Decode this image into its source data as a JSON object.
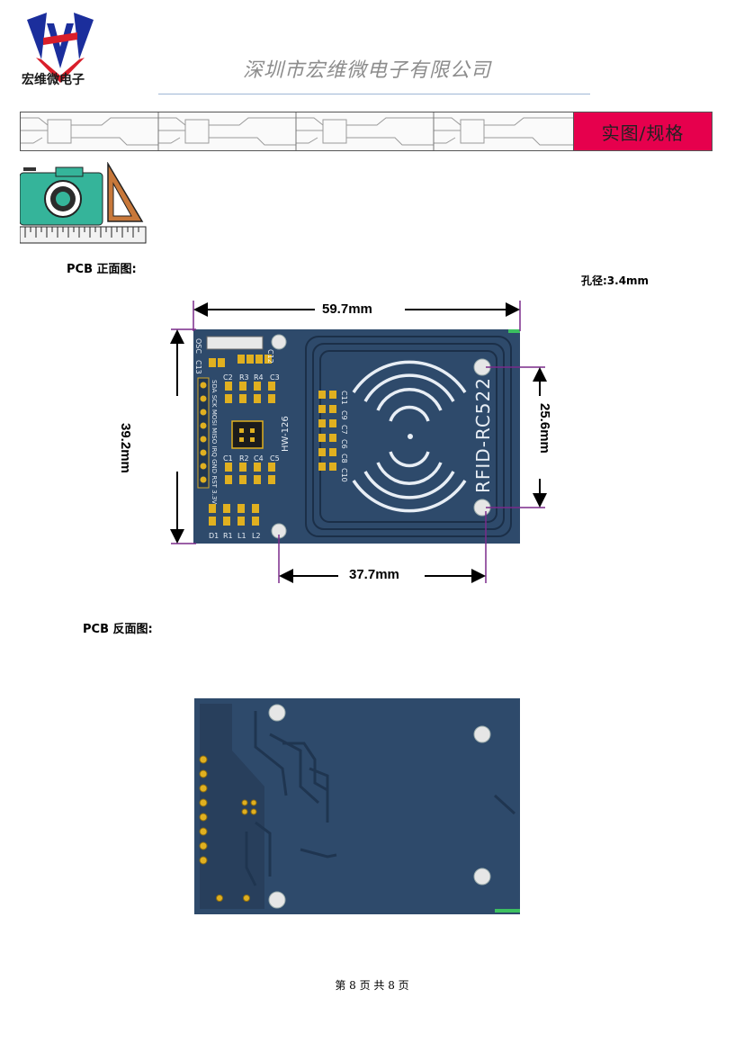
{
  "header": {
    "logo_letters": "HV",
    "logo_text": "宏维微电子",
    "company_name": "深圳市宏维微电子有限公司",
    "section_tag": "实图/规格"
  },
  "front": {
    "label": "PCB 正面图:",
    "hole_label": "孔径:3.4mm",
    "dim_width": "59.7mm",
    "dim_height": "39.2mm",
    "dim_hole_spacing_v": "25.6mm",
    "dim_hole_spacing_h": "37.7mm",
    "board_model": "HW-126",
    "board_name": "RFID-RC522",
    "silkscreen": {
      "osc": "OSC",
      "c13": "C13",
      "c12": "C12",
      "top_row": [
        "C2",
        "R3",
        "R4",
        "C3"
      ],
      "bottom_row": [
        "C1",
        "R2",
        "C4",
        "C5"
      ],
      "pins_label": "SDA SCK MOSI MISO IRQ GND RST 3.3V",
      "lower_row": [
        "D1",
        "R1",
        "L1",
        "L2"
      ],
      "side_caps": [
        "C11",
        "C9",
        "C7",
        "C6",
        "C8",
        "C10"
      ]
    }
  },
  "back": {
    "label": "PCB 反面图:"
  },
  "footer": {
    "text": "第 8 页 共 8 页"
  },
  "colors": {
    "accent": "#e6004d",
    "pcb_blue": "#2e4a6b",
    "dim_line": "#7a2a8a",
    "pad_gold": "#e0b020"
  }
}
